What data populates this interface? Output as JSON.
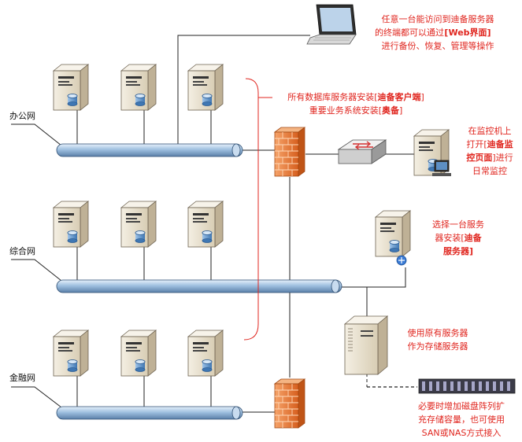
{
  "networks": {
    "office": "办公网",
    "general": "综合网",
    "finance": "金融网"
  },
  "annotations": {
    "web_access": [
      "任意一台能访问到迪备服务器",
      "的终端都可以通过",
      "[Web界面]",
      "进行备份、恢复、管理等操作"
    ],
    "db_servers_a": "所有数据库服务器安装[",
    "db_servers_b": "迪备客户端",
    "db_servers_c": "]",
    "db_servers_d": "重要业务系统安装[",
    "db_servers_e": "奥备",
    "db_servers_f": "]",
    "monitor": [
      "在监控机上",
      "打开[",
      "迪备监",
      "控页面",
      "]进行",
      "日常监控"
    ],
    "dibei_server": [
      "选择一台服务",
      "器安装[",
      "迪备",
      "服务器]"
    ],
    "storage": [
      "使用原有服务器",
      "作为存储服务器"
    ],
    "disk_array": [
      "必要时增加磁盘阵列扩",
      "充存储容量，也可使用",
      "SAN或NAS方式接入"
    ]
  },
  "colors": {
    "annotation_red": "#e0261f",
    "bus_blue": "#a9c6e2",
    "firewall_orange": "#e97a35",
    "server_beige": "#e9e1cf"
  }
}
